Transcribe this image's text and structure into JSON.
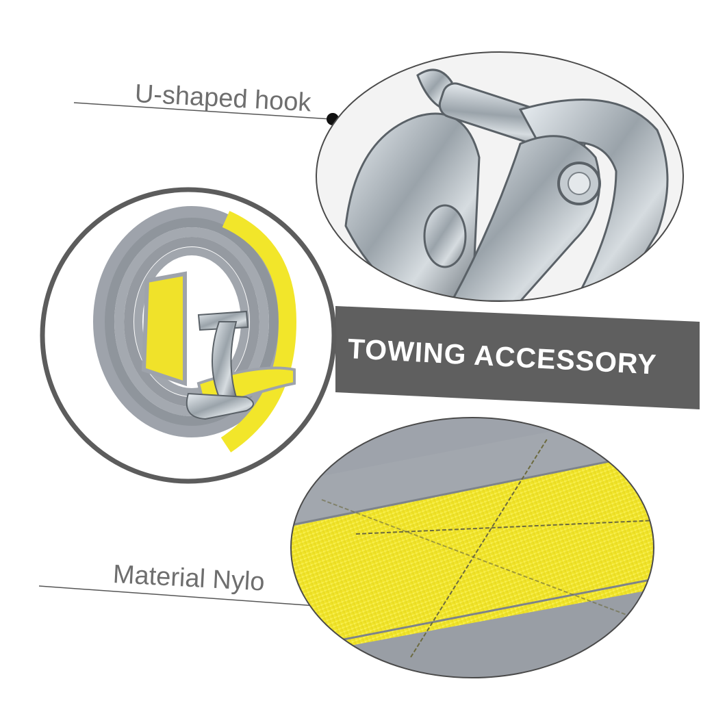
{
  "callouts": {
    "hook_label": "U-shaped hook",
    "material_label": "Material Nylo"
  },
  "banner": {
    "text": "TOWING ACCESSORY"
  },
  "colors": {
    "banner_bg": "#5f5f5f",
    "strap_yellow": "#f2ea2a",
    "strap_gray": "#9ea3ab",
    "metal": "#a9b0b6",
    "circle_border": "#5c5c5c",
    "label_text": "#6e6e6e"
  }
}
